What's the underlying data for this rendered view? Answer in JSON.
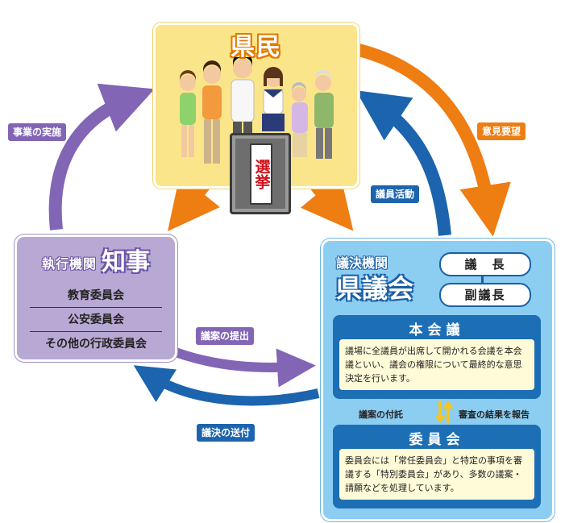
{
  "citizens": {
    "title": "県民"
  },
  "ballot": {
    "label": "選挙"
  },
  "governor": {
    "org": "執行機関",
    "title": "知事",
    "items": [
      "教育委員会",
      "公安委員会",
      "その他の行政委員会"
    ]
  },
  "assembly": {
    "org": "議決機関",
    "title": "県議会",
    "chair": "議　長",
    "vice_chair": "副議長",
    "plenary": {
      "title": "本会議",
      "body": "議場に全議員が出席して開かれる会議を本会議といい、議会の権限について最終的な意思決定を行います。"
    },
    "referral": "議案の付託",
    "report": "審査の結果を報告",
    "committee": {
      "title": "委員会",
      "body": "委員会には「常任委員会」と特定の事項を審議する「特別委員会」があり、多数の議案・請願などを処理しています。"
    }
  },
  "arrows": {
    "implementation": "事業の実施",
    "opinions": "意見要望",
    "member_activity": "議員活動",
    "bill_submission": "議案の提出",
    "resolution_delivery": "議決の送付"
  },
  "colors": {
    "purple": "#8265b5",
    "orange": "#ee7d12",
    "blue": "#1c64ad",
    "citizens_bg": "#fbe58a",
    "governor_bg": "#b8a9d4",
    "assembly_bg": "#8ccdf2"
  }
}
